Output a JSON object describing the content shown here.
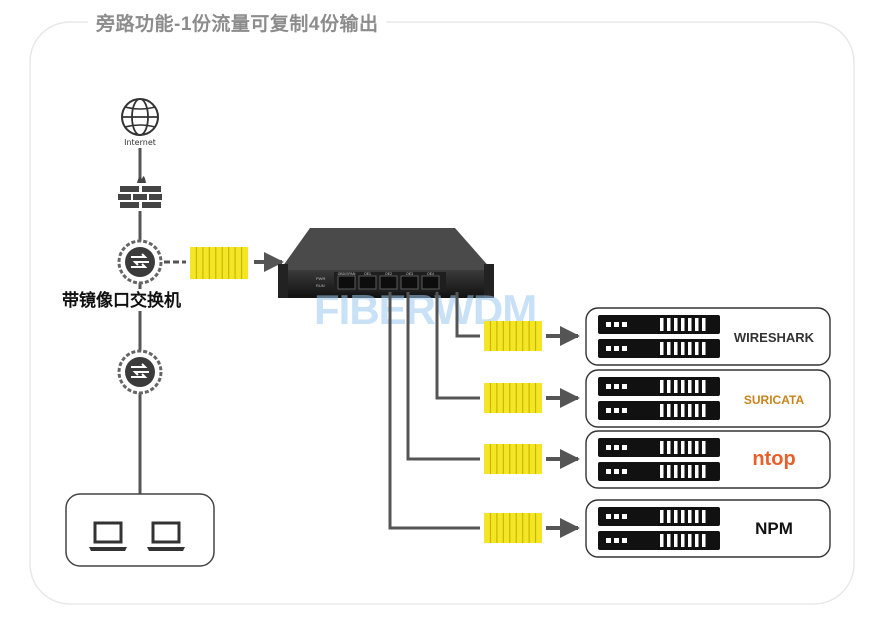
{
  "title": "旁路功能-1份流量可复制4份输出",
  "internet_label": "Internet",
  "switch_label": "带镜像口交换机",
  "watermark": "FIBERWDM",
  "device": {
    "ports": [
      "OBD/SPAN",
      "OE1",
      "OE2",
      "OE3",
      "OE4"
    ],
    "status_labels": [
      "PWR",
      "RUN"
    ]
  },
  "tools": [
    {
      "name": "WIRESHARK",
      "color": "#333333"
    },
    {
      "name": "SURICATA",
      "color": "#c8841c"
    },
    {
      "name": "ntop",
      "color": "#e8602c"
    },
    {
      "name": "NPM",
      "color": "#111111"
    }
  ],
  "colors": {
    "packet_fill": "#f5e625",
    "packet_stroke": "#c9b800",
    "line": "#555555",
    "frame": "#e6e6e6"
  }
}
